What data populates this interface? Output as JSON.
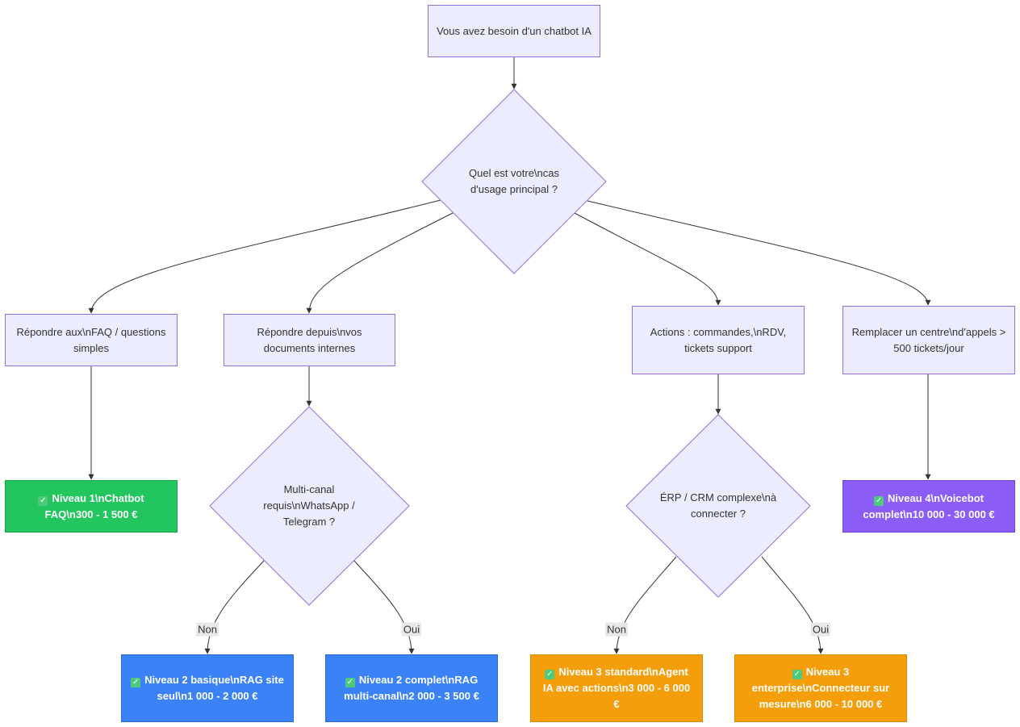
{
  "colors": {
    "node_fill": "#ececff",
    "node_stroke": "#9370db",
    "edge": "#333333",
    "level1": "#22c55e",
    "level2": "#3b82f6",
    "level3": "#f59e0b",
    "level4": "#8b5cf6",
    "edge_label_bg": "#e8e8e8"
  },
  "nodes": {
    "start": "Vous avez besoin d'un chatbot IA",
    "decision_main": "Quel est votre\\ncas d'usage principal ?",
    "faq": "Répondre aux\\nFAQ / questions simples",
    "docs": "Répondre depuis\\nvos documents internes",
    "actions": "Actions : commandes,\\nRDV, tickets support",
    "callcenter": "Remplacer un centre\\nd'appels > 500 tickets/jour",
    "decision_multichannel": "Multi-canal requis\\nWhatsApp / Telegram ?",
    "decision_erp": "ÉRP / CRM complexe\\nà connecter ?",
    "level1": "Niveau 1\\nChatbot FAQ\\n300 - 1 500 €",
    "level2_basic": "Niveau 2 basique\\nRAG site seul\\n1 000 - 2 000 €",
    "level2_complete": "Niveau 2 complet\\nRAG multi-canal\\n2 000 - 3 500 €",
    "level3_standard": "Niveau 3 standard\\nAgent IA avec actions\\n3 000 - 6 000 €",
    "level3_enterprise": "Niveau 3 enterprise\\nConnecteur sur mesure\\n6 000 - 10 000 €",
    "level4": "Niveau 4\\nVoicebot complet\\n10 000 - 30 000 €"
  },
  "edge_labels": {
    "multichannel_no": "Non",
    "multichannel_yes": "Oui",
    "erp_no": "Non",
    "erp_yes": "Oui"
  },
  "icons": {
    "result_check": "check-mark-icon"
  }
}
